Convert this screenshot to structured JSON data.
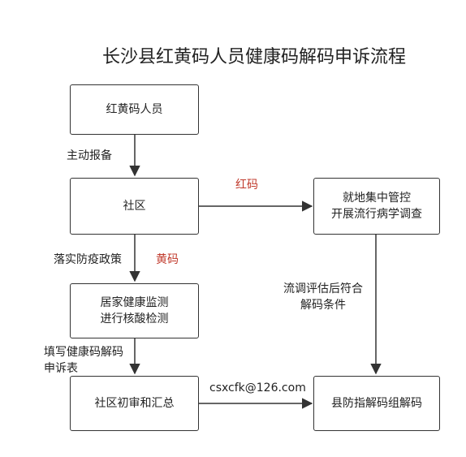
{
  "title": "长沙县红黄码人员健康码解码申诉流程",
  "nodes": {
    "personnel": "红黄码人员",
    "community": "社区",
    "epidemiology": "就地集中管控\n开展流行病学调查",
    "home_monitoring": "居家健康监测\n进行核酸检测",
    "review": "社区初审和汇总",
    "county_decoding": "县防指解码组解码"
  },
  "edge_labels": {
    "report": "主动报备",
    "red_code": "红码",
    "policy": "落实防疫政策",
    "yellow_code": "黄码",
    "assessment": "流调评估后符合\n解码条件",
    "appeal_form": "填写健康码解码\n申诉表",
    "email": "csxcfk@126.com"
  },
  "colors": {
    "line": "#333333",
    "code_red": "#c0392b"
  }
}
